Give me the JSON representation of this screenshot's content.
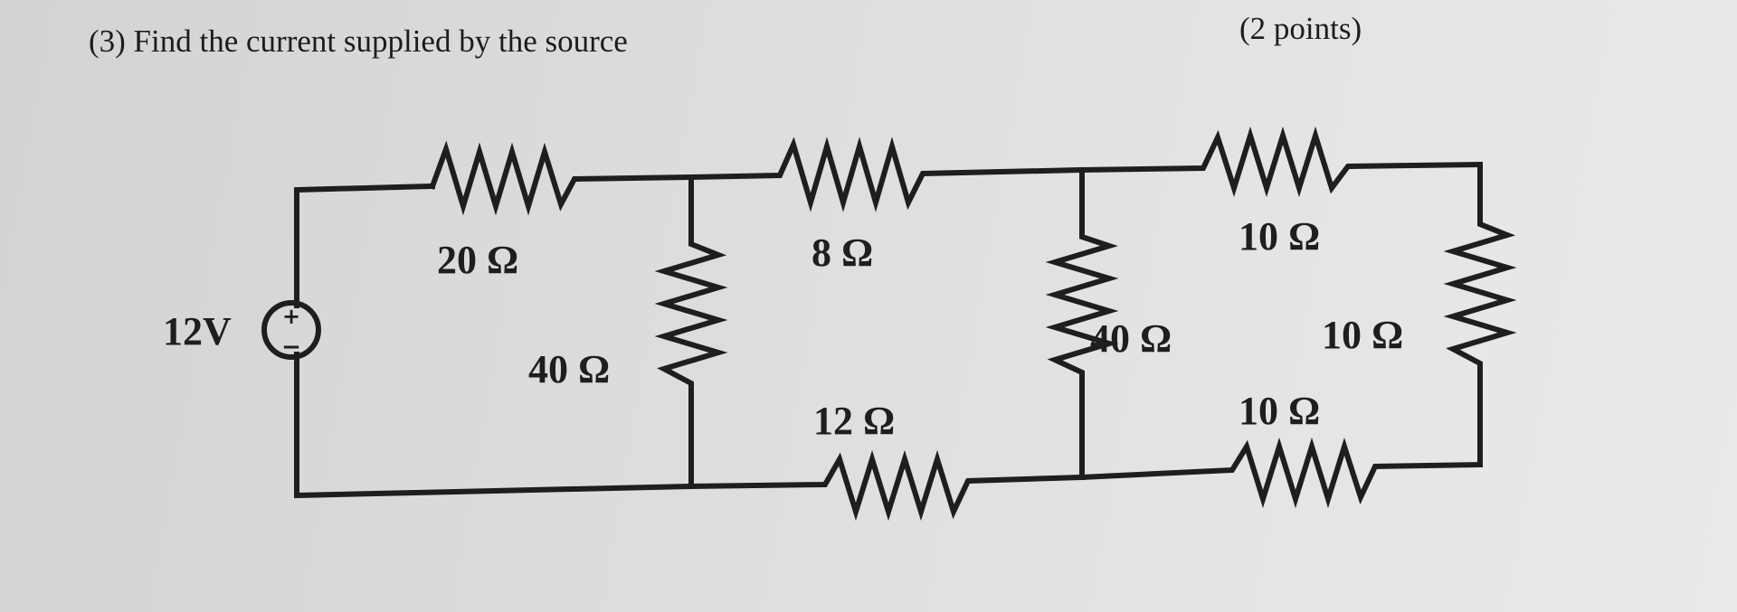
{
  "problem": {
    "question": "(3) Find the current supplied by the source",
    "points": "(2 points)"
  },
  "circuit": {
    "source": {
      "label": "12V",
      "plus": "+",
      "minus": "−"
    },
    "resistors": [
      {
        "id": "r20",
        "label": "20 Ω"
      },
      {
        "id": "r8",
        "label": "8 Ω"
      },
      {
        "id": "r10a",
        "label": "10 Ω"
      },
      {
        "id": "r40a",
        "label": "40 Ω"
      },
      {
        "id": "r40b",
        "label": "40 Ω"
      },
      {
        "id": "r10b",
        "label": "10 Ω"
      },
      {
        "id": "r12",
        "label": "12 Ω"
      },
      {
        "id": "r10c",
        "label": "10 Ω"
      }
    ]
  }
}
